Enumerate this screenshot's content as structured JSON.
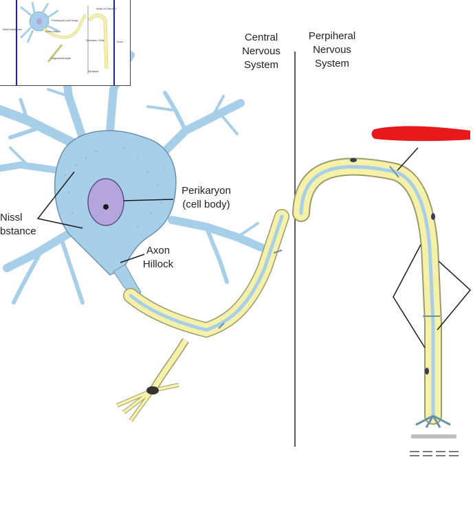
{
  "labels": {
    "central": "Central\nNervous\nSystem",
    "peripheral": "Perpiheral\nNervous\nSystem",
    "perikaryon": "Perikaryon\n(cell body)",
    "axon_hillock": "Axon\nHillock",
    "nissl": "Nissl\nbstance"
  },
  "thumbnail": {
    "labels": {
      "node": "Node of Ranvier",
      "perikaryon": "Perikaryon (cell body)",
      "axon_hillock": "Axon Hillock",
      "schwann": "Schwann Cells",
      "axon": "Axon",
      "nissl": "Nissl substance",
      "oligo": "Oligodendrocyte",
      "synapse": "Synapse"
    }
  },
  "colors": {
    "cell_fill": "#a8cfe9",
    "cell_stroke": "#6a8fa8",
    "nucleus": "#b4a6dd",
    "myelin": "#f6f1a8",
    "myelin_stroke": "#9a9a6a",
    "axon_core": "#a8cfe9",
    "redaction": "#e8191a",
    "thumb_border": "#1b1bd0"
  }
}
